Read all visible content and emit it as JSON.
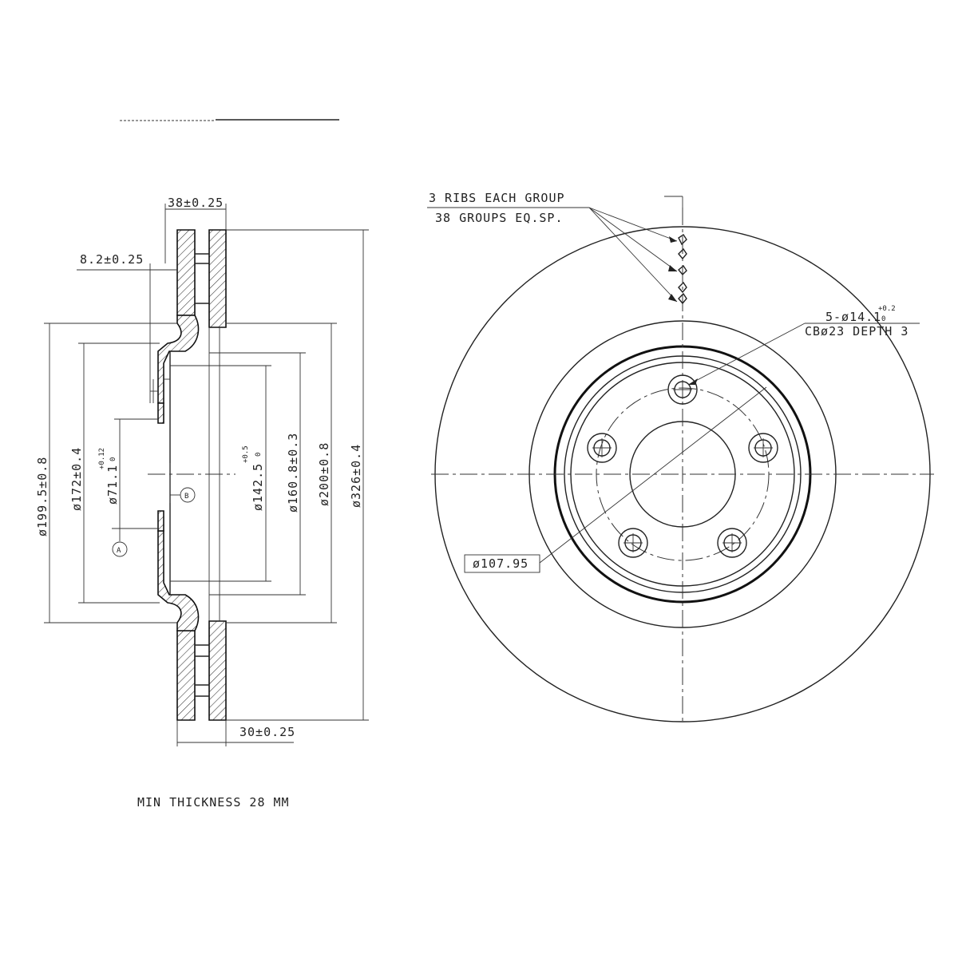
{
  "notes": {
    "ribs_line1": "3 RIBS EACH GROUP",
    "ribs_line2": "38 GROUPS EQ.SP.",
    "bolt_line1": "5-ø14.1",
    "bolt_tol_upper": "+0.2",
    "bolt_tol_lower": "0",
    "bolt_line2": "CBø23 DEPTH 3",
    "pcd": "ø107.95",
    "min_thickness": "MIN THICKNESS 28 MM"
  },
  "dimensions": {
    "width_total": "38±0.25",
    "hat_thickness": "8.2±0.25",
    "rotor_thickness": "30±0.25",
    "d199": "ø199.5±0.8",
    "d172": "ø172±0.4",
    "d71": "ø71.1",
    "d71_tol_upper": "+0.12",
    "d71_tol_lower": "0",
    "d142": "ø142.5",
    "d142_tol_upper": "+0.5",
    "d142_tol_lower": "0",
    "d160": "ø160.8±0.3",
    "d200": "ø200±0.8",
    "d326": "ø326±0.4"
  },
  "datums": {
    "a": "A",
    "b": "B"
  },
  "colors": {
    "line": "#222222",
    "background": "#ffffff"
  }
}
